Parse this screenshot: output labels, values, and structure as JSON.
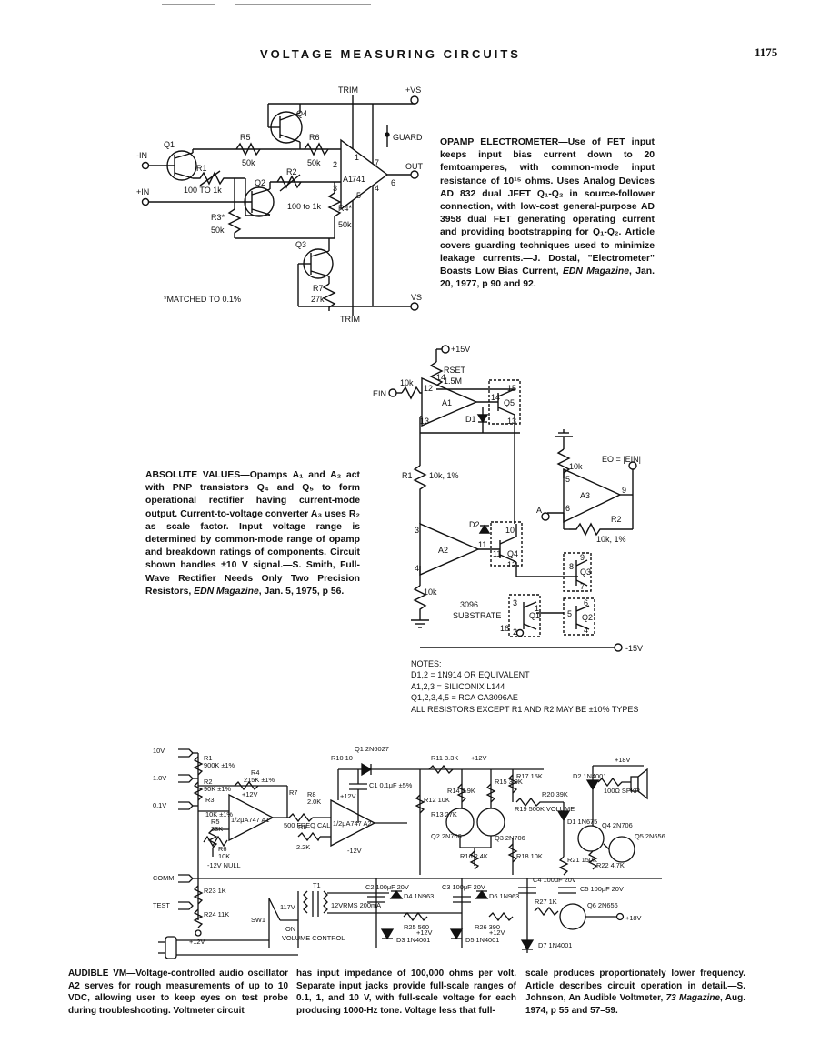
{
  "header": {
    "running_title": "VOLTAGE MEASURING CIRCUITS",
    "page_number": "1175"
  },
  "electrometer": {
    "labels": {
      "trim_top": "TRIM",
      "vs_plus": "+VS",
      "guard": "GUARD",
      "out": "OUT",
      "minus_in": "-IN",
      "plus_in": "+IN",
      "q1": "Q1",
      "q2": "Q2",
      "q3": "Q3",
      "q4": "Q4",
      "r1": "R1",
      "r2": "R2",
      "r3": "R3*",
      "r4": "R4*",
      "r5": "R5",
      "r6": "R6",
      "r7": "R7",
      "r3_val": "50k",
      "r4_val": "50k",
      "r5_val": "50k",
      "r6_val": "50k",
      "r7_val": "27k",
      "r1_range": "100 TO 1k",
      "r2_range": "100 to 1k",
      "opamp": "741",
      "a1": "A1",
      "pin2": "2",
      "pin3": "3",
      "pin1": "1",
      "pin7": "7",
      "pin6": "6",
      "pin4": "4",
      "pin5": "5",
      "vs_minus": "VS",
      "trim_bottom": "TRIM",
      "matched_note": "*MATCHED TO 0.1%"
    },
    "description": {
      "title": "OPAMP ELECTROMETER",
      "text": "—Use of FET input keeps input bias current down to 20 femtoamperes, with common-mode input resistance of 10¹⁵ ohms. Uses Analog Devices AD 832 dual JFET Q₁-Q₂ in source-follower connection, with low-cost general-purpose AD 3958 dual FET generating operating current and providing bootstrapping for Q₁-Q₂. Article covers guarding techniques used to minimize leakage currents.—J. Dostal, \"Electrometer\" Boasts Low Bias Current, ",
      "source": "EDN Magazine",
      "source_tail": ", Jan. 20, 1977, p 90 and 92."
    }
  },
  "absolute": {
    "labels": {
      "v15p": "+15V",
      "rset": "RSET",
      "rset_val": "1.5M",
      "r10k_in": "10k",
      "ein": "EIN",
      "a1": "A1",
      "d1": "D1",
      "q5": "Q5",
      "p12": "12",
      "p14": "14",
      "p13": "13",
      "p15": "15",
      "p14b": "14",
      "p13b": "13",
      "r1": "R1",
      "r1_val": "10k, 1%",
      "r10k_gnd": "10k",
      "eo": "EO = |EIN|",
      "a3": "A3",
      "a_node": "A",
      "r2": "R2",
      "r2_val": "10k, 1%",
      "p5": "5",
      "p6": "6",
      "p9": "9",
      "a2": "A2",
      "d2": "D2",
      "q4": "Q4",
      "p3": "3",
      "p4": "4",
      "p10": "10",
      "p11": "11",
      "p11b": "11",
      "p12b": "12",
      "r10k_low": "10k",
      "q3": "Q3",
      "q1": "Q1",
      "q2": "Q2",
      "p8": "8",
      "p9b": "9",
      "p7": "7",
      "p3b": "3",
      "p2": "2",
      "p1": "1",
      "p5b": "5",
      "p6b": "6",
      "p4b": "4",
      "sub_num": "3096",
      "substrate": "SUBSTRATE",
      "p16": "16",
      "v15m": "-15V"
    },
    "description": {
      "title": "ABSOLUTE VALUES",
      "text": "—Opamps A₁ and A₂ act with PNP transistors Q₄ and Q₅ to form operational rectifier having current-mode output. Current-to-voltage converter A₃ uses R₂ as scale factor. Input voltage range is determined by common-mode range of opamp and breakdown ratings of components. Circuit shown handles ±10 V signal.—S. Smith, Full-Wave Rectifier Needs Only Two Precision Resistors, ",
      "source": "EDN Magazine",
      "source_tail": ", Jan. 5, 1975, p 56."
    },
    "notes": [
      "NOTES:",
      "D1,2 = 1N914 OR EQUIVALENT",
      "A1,2,3 = SILICONIX L144",
      "Q1,2,3,4,5 = RCA CA3096AE",
      "ALL RESISTORS EXCEPT R1 AND R2 MAY BE ±10% TYPES"
    ]
  },
  "audible": {
    "labels": {
      "in10": "10V",
      "in1": "1.0V",
      "in01": "0.1V",
      "comm": "COMM",
      "test": "TEST",
      "r1": "R1",
      "r1v": "900K ±1%",
      "r2": "R2",
      "r2v": "90K ±1%",
      "r3": "R3",
      "r3v": "10K ±1%",
      "r4": "R4",
      "r4v": "215K ±1%",
      "r5": "R5",
      "r5v": "33K",
      "r6": "R6",
      "r6v": "10K",
      "null": "-12V NULL",
      "a1": "1/2μA747 A1",
      "v12": "+12V",
      "r7": "R7",
      "r7v": "500 FREQ CAL",
      "r8": "R8",
      "r8v": "2.0K",
      "r9": "R9",
      "r9v": "2.2K",
      "a2": "1/2μA747 A2",
      "v12b": "+12V",
      "v12m": "-12V",
      "q1": "Q1 2N6027",
      "r10": "R10 10",
      "c1": "C1 0.1μF ±5%",
      "r11": "R11 3.3K",
      "v12c": "+12V",
      "r12": "R12 10K",
      "r13": "R13 27K",
      "r14": "R14 3.9K",
      "r15": "R15 3.9K",
      "q2": "Q2 2N706",
      "q3": "Q3 2N706",
      "r16": "R16 2.4K",
      "r18": "R18 10K",
      "r17": "R17 15K",
      "r19": "R19 500K VOLUME",
      "r20": "R20 39K",
      "d1": "D1 1N675",
      "d2": "D2 1N4001",
      "v18": "+18V",
      "spkr": "100Ω SPKR",
      "q4": "Q4 2N706",
      "q5": "Q5 2N656",
      "r21": "R21 150K",
      "r22": "R22 4.7K",
      "c4": "C4 100μF 20V",
      "c5": "C5 100μF 20V",
      "r27": "R27 1K",
      "q6": "Q6 2N656",
      "v18b": "+18V",
      "d7": "D7 1N4001",
      "t1": "T1",
      "v117": "117V",
      "t1sec": "12VRMS 200mA",
      "sw1": "SW1",
      "on": "ON",
      "vol": "VOLUME CONTROL",
      "c2": "C2 100μF 20V",
      "d4": "D4 1N963",
      "c3": "C3 100μF 20V",
      "d6": "D6 1N963",
      "r25": "R25 560",
      "r26": "R26 390",
      "d3": "D3 1N4001",
      "d5": "D5 1N4001",
      "v12d": "+12V",
      "v12e": "+12V",
      "r23": "R23 1K",
      "r24": "R24 11K",
      "v12f": "+12V"
    },
    "description": {
      "title": "AUDIBLE VM",
      "col1": "—Voltage-controlled audio oscillator A2 serves for rough measurements of up to 10 VDC, allowing user to keep eyes on test probe during troubleshooting. Voltmeter circuit",
      "col2": "has input impedance of 100,000 ohms per volt. Separate input jacks provide full-scale ranges of 0.1, 1, and 10 V, with full-scale voltage for each producing 1000-Hz tone. Voltage less that full-",
      "col3a": "scale produces proportionately lower frequency. Article describes circuit operation in detail.—S. Johnson, An Audible Voltmeter, ",
      "source": "73 Magazine",
      "col3b": ", Aug. 1974, p 55 and 57–59."
    }
  }
}
